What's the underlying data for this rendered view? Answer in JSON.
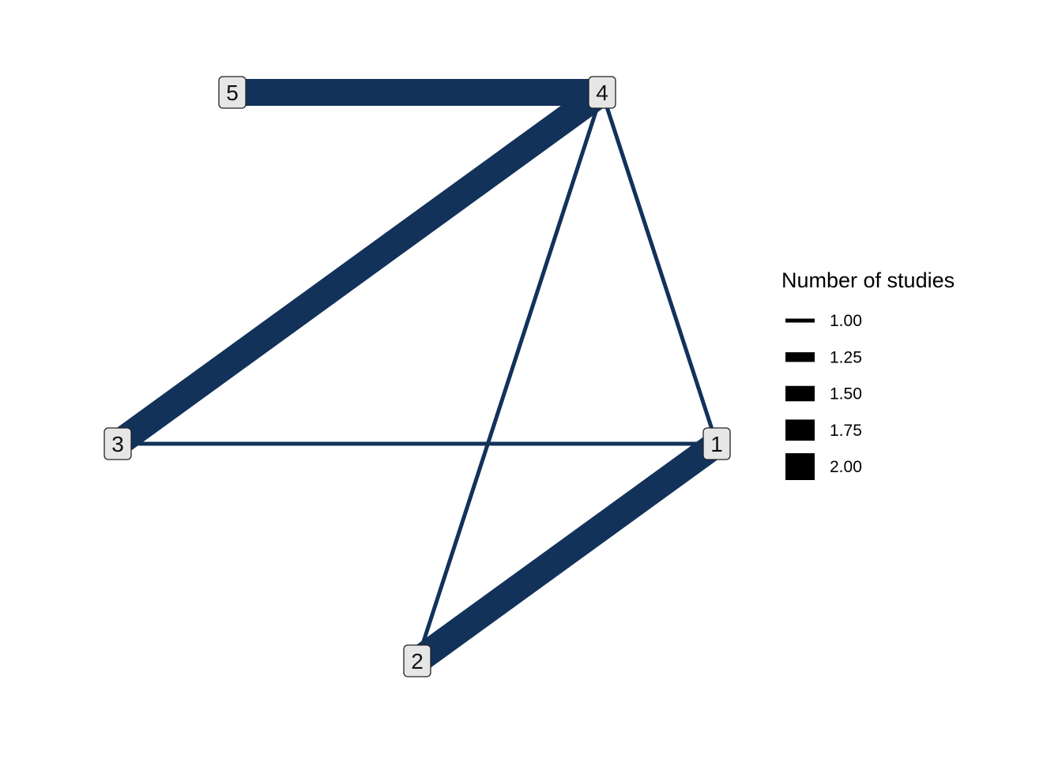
{
  "network": {
    "edge_color": "#12325a",
    "node_fill": "#e6e6e6",
    "node_stroke": "#222222",
    "nodes": [
      {
        "id": "1",
        "label": "1"
      },
      {
        "id": "2",
        "label": "2"
      },
      {
        "id": "3",
        "label": "3"
      },
      {
        "id": "4",
        "label": "4"
      },
      {
        "id": "5",
        "label": "5"
      }
    ],
    "edges": [
      {
        "from": "5",
        "to": "4",
        "studies": 2
      },
      {
        "from": "4",
        "to": "3",
        "studies": 2
      },
      {
        "from": "1",
        "to": "2",
        "studies": 2
      },
      {
        "from": "4",
        "to": "1",
        "studies": 1
      },
      {
        "from": "4",
        "to": "2",
        "studies": 1
      },
      {
        "from": "3",
        "to": "1",
        "studies": 1
      }
    ]
  },
  "legend": {
    "title": "Number of studies",
    "items": [
      {
        "label": "1.00",
        "value": 1.0
      },
      {
        "label": "1.25",
        "value": 1.25
      },
      {
        "label": "1.50",
        "value": 1.5
      },
      {
        "label": "1.75",
        "value": 1.75
      },
      {
        "label": "2.00",
        "value": 2.0
      }
    ]
  }
}
